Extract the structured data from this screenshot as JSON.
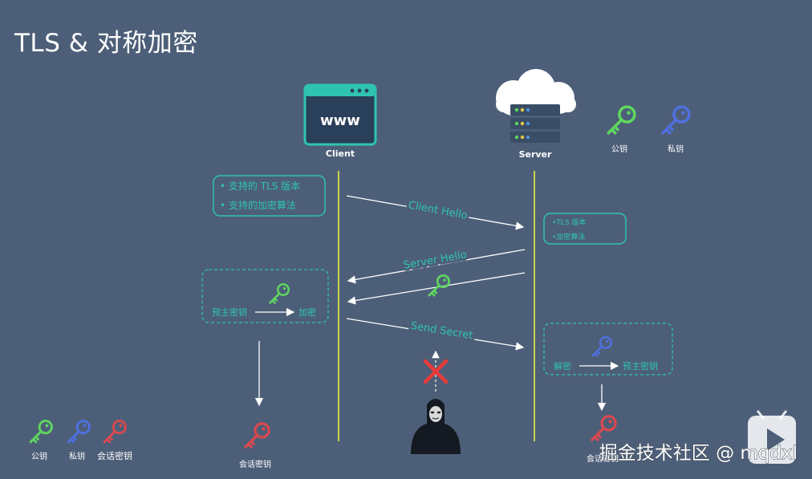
{
  "title": "TLS & 对称加密",
  "client": {
    "label": "Client",
    "screen_text": "www"
  },
  "server": {
    "label": "Server"
  },
  "legend_top": {
    "public_key": "公钥",
    "private_key": "私钥"
  },
  "client_box": {
    "line1": "• 支持的 TLS 版本",
    "line2": "• 支持的加密算法"
  },
  "server_box": {
    "line1": "•TLS 版本",
    "line2": "•加密算法"
  },
  "messages": {
    "client_hello": "Client Hello",
    "server_hello": "Server Hello",
    "send_secret": "Send Secret"
  },
  "client_encrypt": {
    "from": "预主密钥",
    "to": "加密"
  },
  "server_decrypt": {
    "from": "解密",
    "to": "预主密钥"
  },
  "session_key": "会话密钥",
  "legend_bottom": {
    "public_key": "公钥",
    "private_key": "私钥",
    "session_key": "会话密钥"
  },
  "watermark": "掘金技术社区 @ mqdxl",
  "colors": {
    "background": "#4d5f78",
    "teal": "#2ec4b0",
    "timeline": "#c8d44a",
    "public_key": "#5fd65f",
    "private_key": "#4f6fe0",
    "session_key": "#d94850",
    "attack_x": "#e83a3a"
  }
}
